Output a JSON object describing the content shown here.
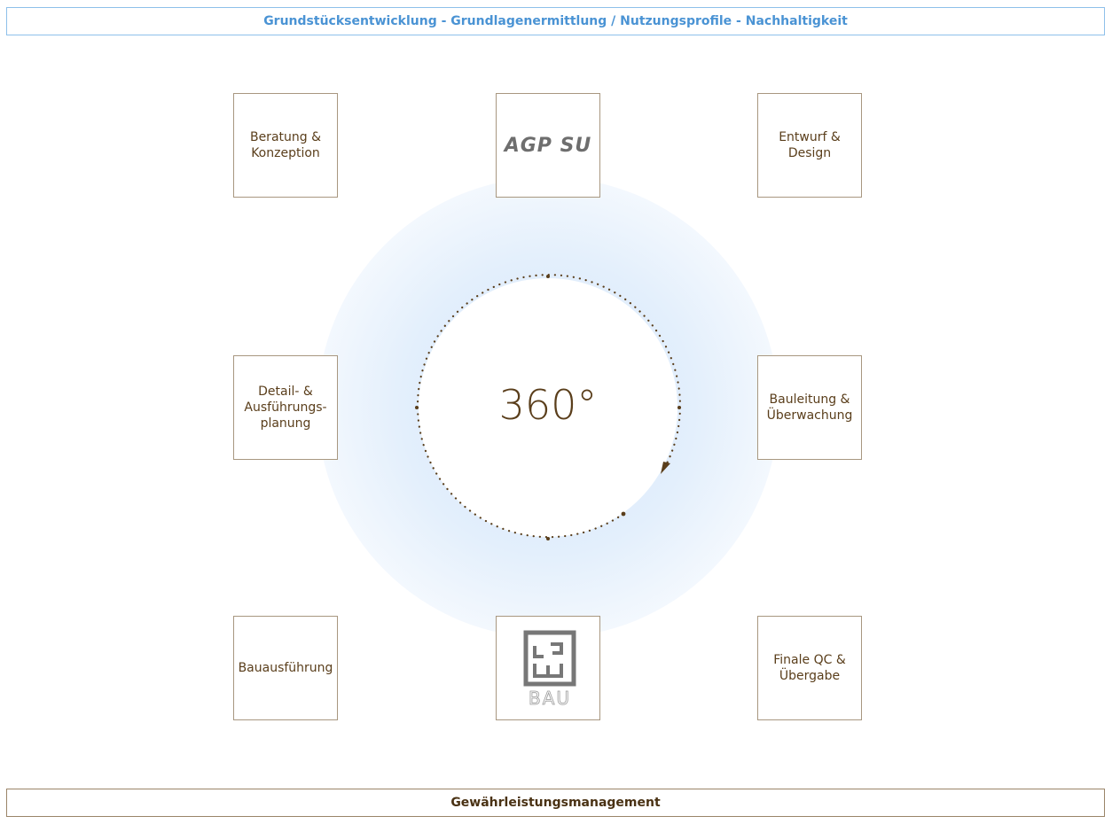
{
  "header": {
    "title": "Grundstücksentwicklung - Grundlagenermittlung / Nutzungsprofile - Nachhaltigkeit"
  },
  "footer": {
    "title": "Gewährleistungsmanagement"
  },
  "center": {
    "label": "360°"
  },
  "boxes": {
    "top_left": "Beratung & Konzeption",
    "top_center_logo": "AGP SU",
    "top_right": "Entwurf & Design",
    "mid_left": "Detail- & Ausführungs-planung",
    "mid_right": "Bauleitung & Überwachung",
    "bottom_left": "Bauausführung",
    "bottom_center_logo": "BAU",
    "bottom_right": "Finale QC & Übergabe"
  },
  "colors": {
    "accent_blue": "#4a93d4",
    "brown": "#5a3e1b"
  }
}
